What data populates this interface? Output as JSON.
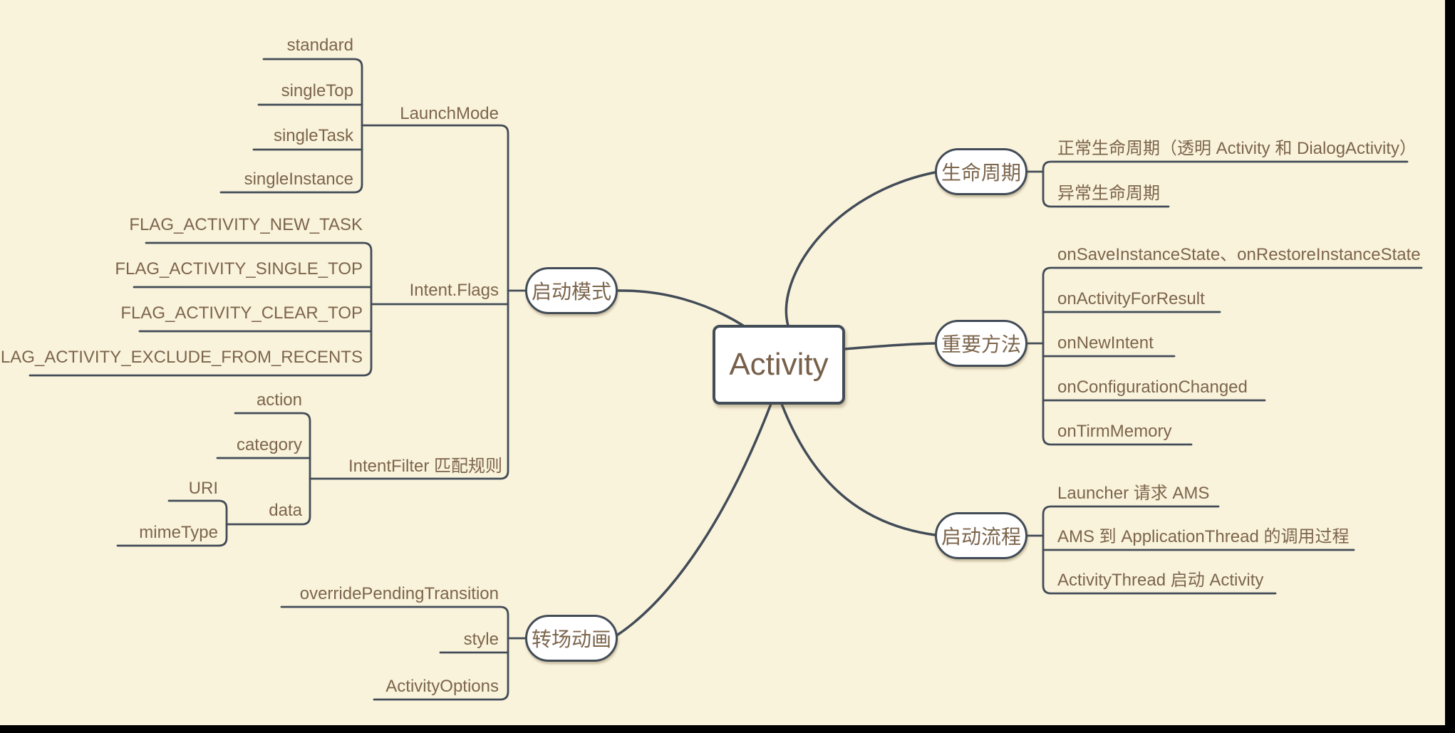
{
  "colors": {
    "background": "#FAF3DC",
    "line": "#424C57",
    "text": "#7C654C",
    "node_fill": "#FFFFFF",
    "frame": "#000000"
  },
  "root": {
    "label": "Activity"
  },
  "branches": [
    {
      "id": "lifecycle",
      "label": "生命周期",
      "children": [
        {
          "label": "正常生命周期（透明 Activity 和 DialogActivity）"
        },
        {
          "label": "异常生命周期"
        }
      ]
    },
    {
      "id": "important-methods",
      "label": "重要方法",
      "children": [
        {
          "label": "onSaveInstanceState、onRestoreInstanceState"
        },
        {
          "label": "onActivityForResult"
        },
        {
          "label": "onNewIntent"
        },
        {
          "label": "onConfigurationChanged"
        },
        {
          "label": "onTirmMemory"
        }
      ]
    },
    {
      "id": "launch-flow",
      "label": "启动流程",
      "children": [
        {
          "label": "Launcher 请求 AMS"
        },
        {
          "label": "AMS 到 ApplicationThread 的调用过程"
        },
        {
          "label": "ActivityThread 启动 Activity"
        }
      ]
    },
    {
      "id": "launch-mode",
      "label": "启动模式",
      "children": [
        {
          "label": "LaunchMode",
          "children": [
            {
              "label": "standard"
            },
            {
              "label": "singleTop"
            },
            {
              "label": "singleTask"
            },
            {
              "label": "singleInstance"
            }
          ]
        },
        {
          "label": "Intent.Flags",
          "children": [
            {
              "label": "FLAG_ACTIVITY_NEW_TASK"
            },
            {
              "label": "FLAG_ACTIVITY_SINGLE_TOP"
            },
            {
              "label": "FLAG_ACTIVITY_CLEAR_TOP"
            },
            {
              "label": "FLAG_ACTIVITY_EXCLUDE_FROM_RECENTS"
            }
          ]
        },
        {
          "label": "IntentFilter 匹配规则",
          "children": [
            {
              "label": "action"
            },
            {
              "label": "category"
            },
            {
              "label": "data",
              "children": [
                {
                  "label": "URI"
                },
                {
                  "label": "mimeType"
                }
              ]
            }
          ]
        }
      ]
    },
    {
      "id": "transition-animation",
      "label": "转场动画",
      "children": [
        {
          "label": "overridePendingTransition"
        },
        {
          "label": "style"
        },
        {
          "label": "ActivityOptions"
        }
      ]
    }
  ]
}
